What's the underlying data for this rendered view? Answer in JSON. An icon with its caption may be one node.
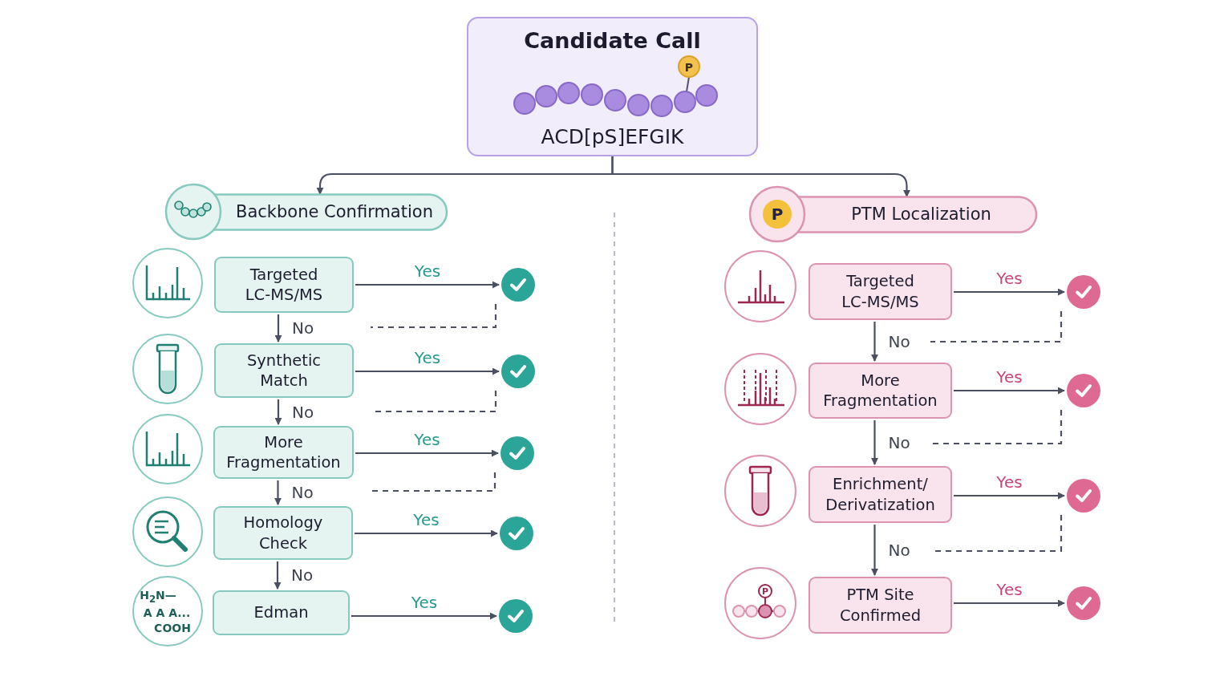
{
  "diagram": {
    "nodes": [
      {
        "text": [
          "Candidate Call",
          "ACD[pS]EFGIK"
        ]
      },
      {
        "text": [
          "Backbone Confirmation"
        ]
      },
      {
        "text": [
          "PTM Localization"
        ]
      },
      {
        "text": [
          "Targeted LC-MS/MS"
        ]
      },
      {
        "text": [
          "Synthetic Match"
        ]
      },
      {
        "text": [
          "More Fragmentation"
        ]
      },
      {
        "text": [
          "Homology Check"
        ]
      },
      {
        "text": [
          "Edman"
        ]
      },
      {
        "text": [],
        "shape": "circle"
      },
      {
        "text": [],
        "shape": "circle"
      },
      {
        "text": [],
        "shape": "circle"
      },
      {
        "text": [],
        "shape": "circle"
      },
      {
        "text": [],
        "shape": "circle"
      },
      {
        "text": [
          "Targeted LC-MS/MS"
        ]
      },
      {
        "text": [
          "More Fragmentation"
        ]
      },
      {
        "text": [
          "Enrichment/ Derivatization"
        ]
      },
      {
        "text": [
          "PTM Site Confirmed"
        ]
      },
      {
        "text": [],
        "shape": "circle"
      },
      {
        "text": [],
        "shape": "circle"
      },
      {
        "text": [],
        "shape": "circle"
      },
      {
        "text": [],
        "shape": "circle"
      }
    ],
    "edges": [
      {
        "from": 0,
        "to": 1,
        "arrow": "to"
      },
      {
        "from": 0,
        "to": 2,
        "arrow": "to"
      },
      {
        "from": 3,
        "to": 8,
        "arrow": "to",
        "label": "Yes"
      },
      {
        "from": 3,
        "to": 4,
        "arrow": "to",
        "label": "No"
      },
      {
        "from": 8,
        "to": null,
        "arrow": "none",
        "style": "dashed"
      },
      {
        "from": 4,
        "to": 9,
        "arrow": "to",
        "label": "Yes"
      },
      {
        "from": 4,
        "to": 5,
        "arrow": "to",
        "label": "No"
      },
      {
        "from": 9,
        "to": null,
        "arrow": "none",
        "style": "dashed"
      },
      {
        "from": 5,
        "to": 10,
        "arrow": "to",
        "label": "Yes"
      },
      {
        "from": 5,
        "to": 6,
        "arrow": "to",
        "label": "No"
      },
      {
        "from": 10,
        "to": null,
        "arrow": "none",
        "style": "dashed"
      },
      {
        "from": 6,
        "to": 11,
        "arrow": "to",
        "label": "Yes"
      },
      {
        "from": 6,
        "to": 7,
        "arrow": "to",
        "label": "No"
      },
      {
        "from": 7,
        "to": 12,
        "arrow": "to",
        "label": "Yes"
      },
      {
        "from": 13,
        "to": 17,
        "arrow": "to",
        "label": "Yes"
      },
      {
        "from": 13,
        "to": 14,
        "arrow": "to",
        "label": "No"
      },
      {
        "from": 17,
        "to": null,
        "arrow": "none",
        "style": "dashed"
      },
      {
        "from": 14,
        "to": 18,
        "arrow": "to",
        "label": "Yes"
      },
      {
        "from": 14,
        "to": 15,
        "arrow": "to",
        "label": "No"
      },
      {
        "from": 18,
        "to": null,
        "arrow": "none",
        "style": "dashed"
      },
      {
        "from": 15,
        "to": 19,
        "arrow": "to",
        "label": "Yes"
      },
      {
        "from": 15,
        "to": 16,
        "arrow": "to",
        "label": "No"
      },
      {
        "from": 19,
        "to": null,
        "arrow": "none",
        "style": "dashed"
      },
      {
        "from": 16,
        "to": 20,
        "arrow": "to",
        "label": "Yes"
      }
    ],
    "labels": [
      "P",
      "P",
      "H$_{2}$N—",
      "A A A...",
      "COOH",
      "P"
    ]
  }
}
